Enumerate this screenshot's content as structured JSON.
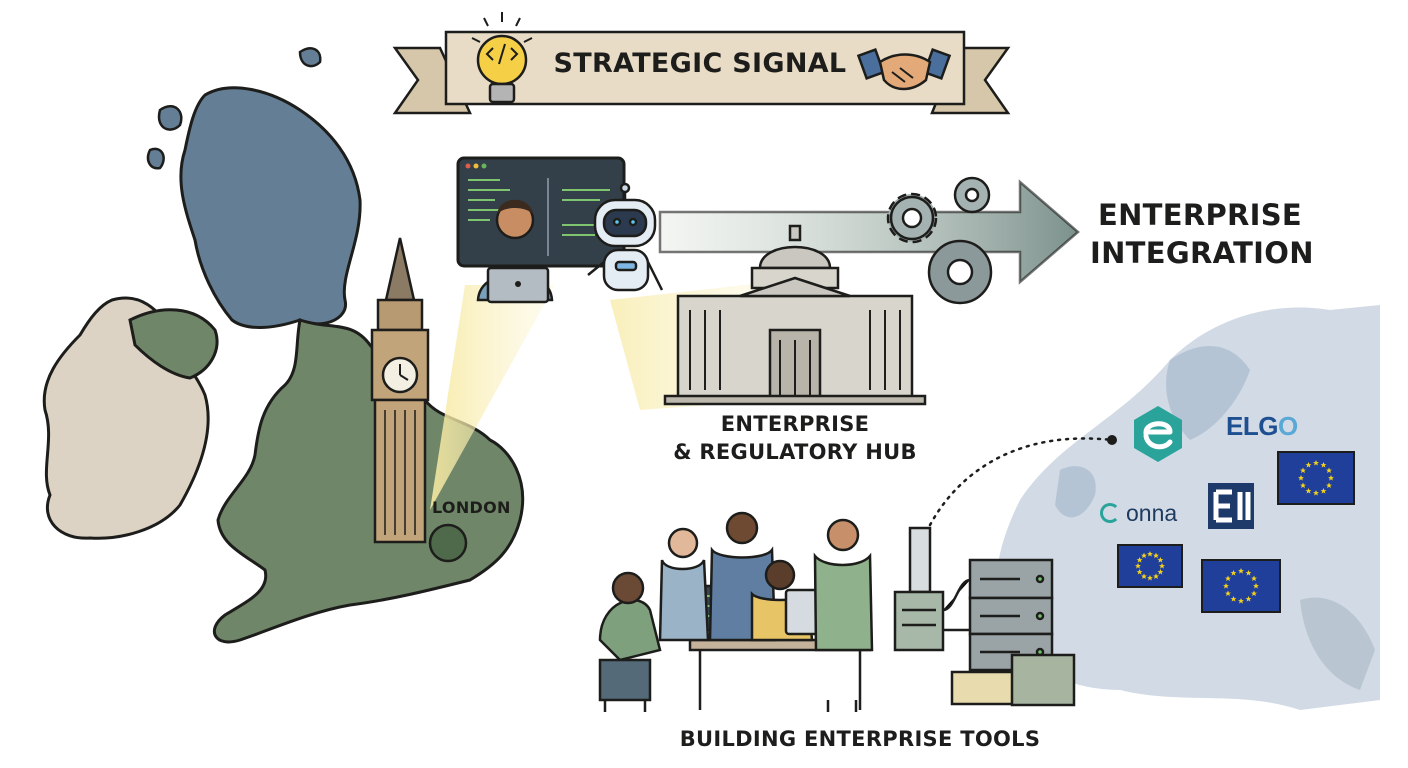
{
  "banner": {
    "title": "STRATEGIC SIGNAL",
    "left_icon": "lightbulb-code-icon",
    "right_icon": "handshake-icon"
  },
  "integration": {
    "label_line1": "ENTERPRISE",
    "label_line2": "INTEGRATION",
    "icon": "gears-icon"
  },
  "hub": {
    "label_line1": "ENTERPRISE",
    "label_line2": "& REGULATORY HUB",
    "icon": "government-building-icon"
  },
  "london": {
    "label": "LONDON",
    "icon": "big-ben-icon"
  },
  "tools": {
    "label": "BUILDING ENTERPRISE TOOLS"
  },
  "logos": {
    "elgo": {
      "main": "ELG",
      "tail": "O"
    },
    "onna": {
      "text": "onna"
    },
    "e_mark": "e-logo-icon",
    "ei_mark": "ei-logo-icon"
  },
  "colors": {
    "scotland": "#647f95",
    "england": "#6f8669",
    "ireland": "#dcd3c4",
    "banner": "#e9dcc6",
    "arrow": "#7c918c",
    "eu_blue": "#1f3f9a",
    "eu_star": "#f4d21c"
  }
}
